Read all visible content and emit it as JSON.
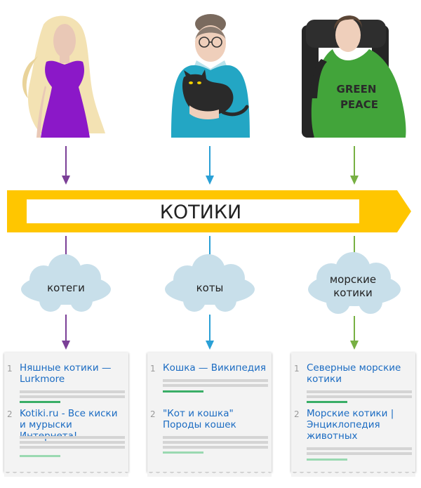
{
  "banner": {
    "label": "КОТИКИ"
  },
  "colors": {
    "arrow_left": "#7b3f97",
    "arrow_mid": "#2aa0d6",
    "arrow_right": "#77b043",
    "banner": "#ffc600",
    "cloud": "#c8dfea",
    "link": "#1a6bc2",
    "good": "#3aae67",
    "weak": "#9ad9b1"
  },
  "people": [
    {
      "name": "girl",
      "icon": "woman-icon"
    },
    {
      "name": "granny",
      "icon": "granny-with-cat-icon"
    },
    {
      "name": "activist",
      "icon": "greenpeace-activist-icon",
      "shirt_text": [
        "GREEN",
        "PEACE"
      ]
    }
  ],
  "clouds": [
    {
      "label": "котеги"
    },
    {
      "label": "коты"
    },
    {
      "label": "морские котики"
    }
  ],
  "cards": [
    {
      "results": [
        {
          "num": "1",
          "title": "Няшные котики — Lurkmore",
          "quality": "good"
        },
        {
          "num": "2",
          "title": "Kotiki.ru - Все киски и мурыски Интернета!",
          "quality": "weak"
        }
      ]
    },
    {
      "results": [
        {
          "num": "1",
          "title": "Кошка — Википедия",
          "quality": "good"
        },
        {
          "num": "2",
          "title": "\"Кот и кошка\" Породы кошек",
          "quality": "weak"
        }
      ]
    },
    {
      "results": [
        {
          "num": "1",
          "title": "Северные морские котики",
          "quality": "good"
        },
        {
          "num": "2",
          "title": "Морские котики | Энциклопедия животных",
          "quality": "weak"
        }
      ]
    }
  ]
}
